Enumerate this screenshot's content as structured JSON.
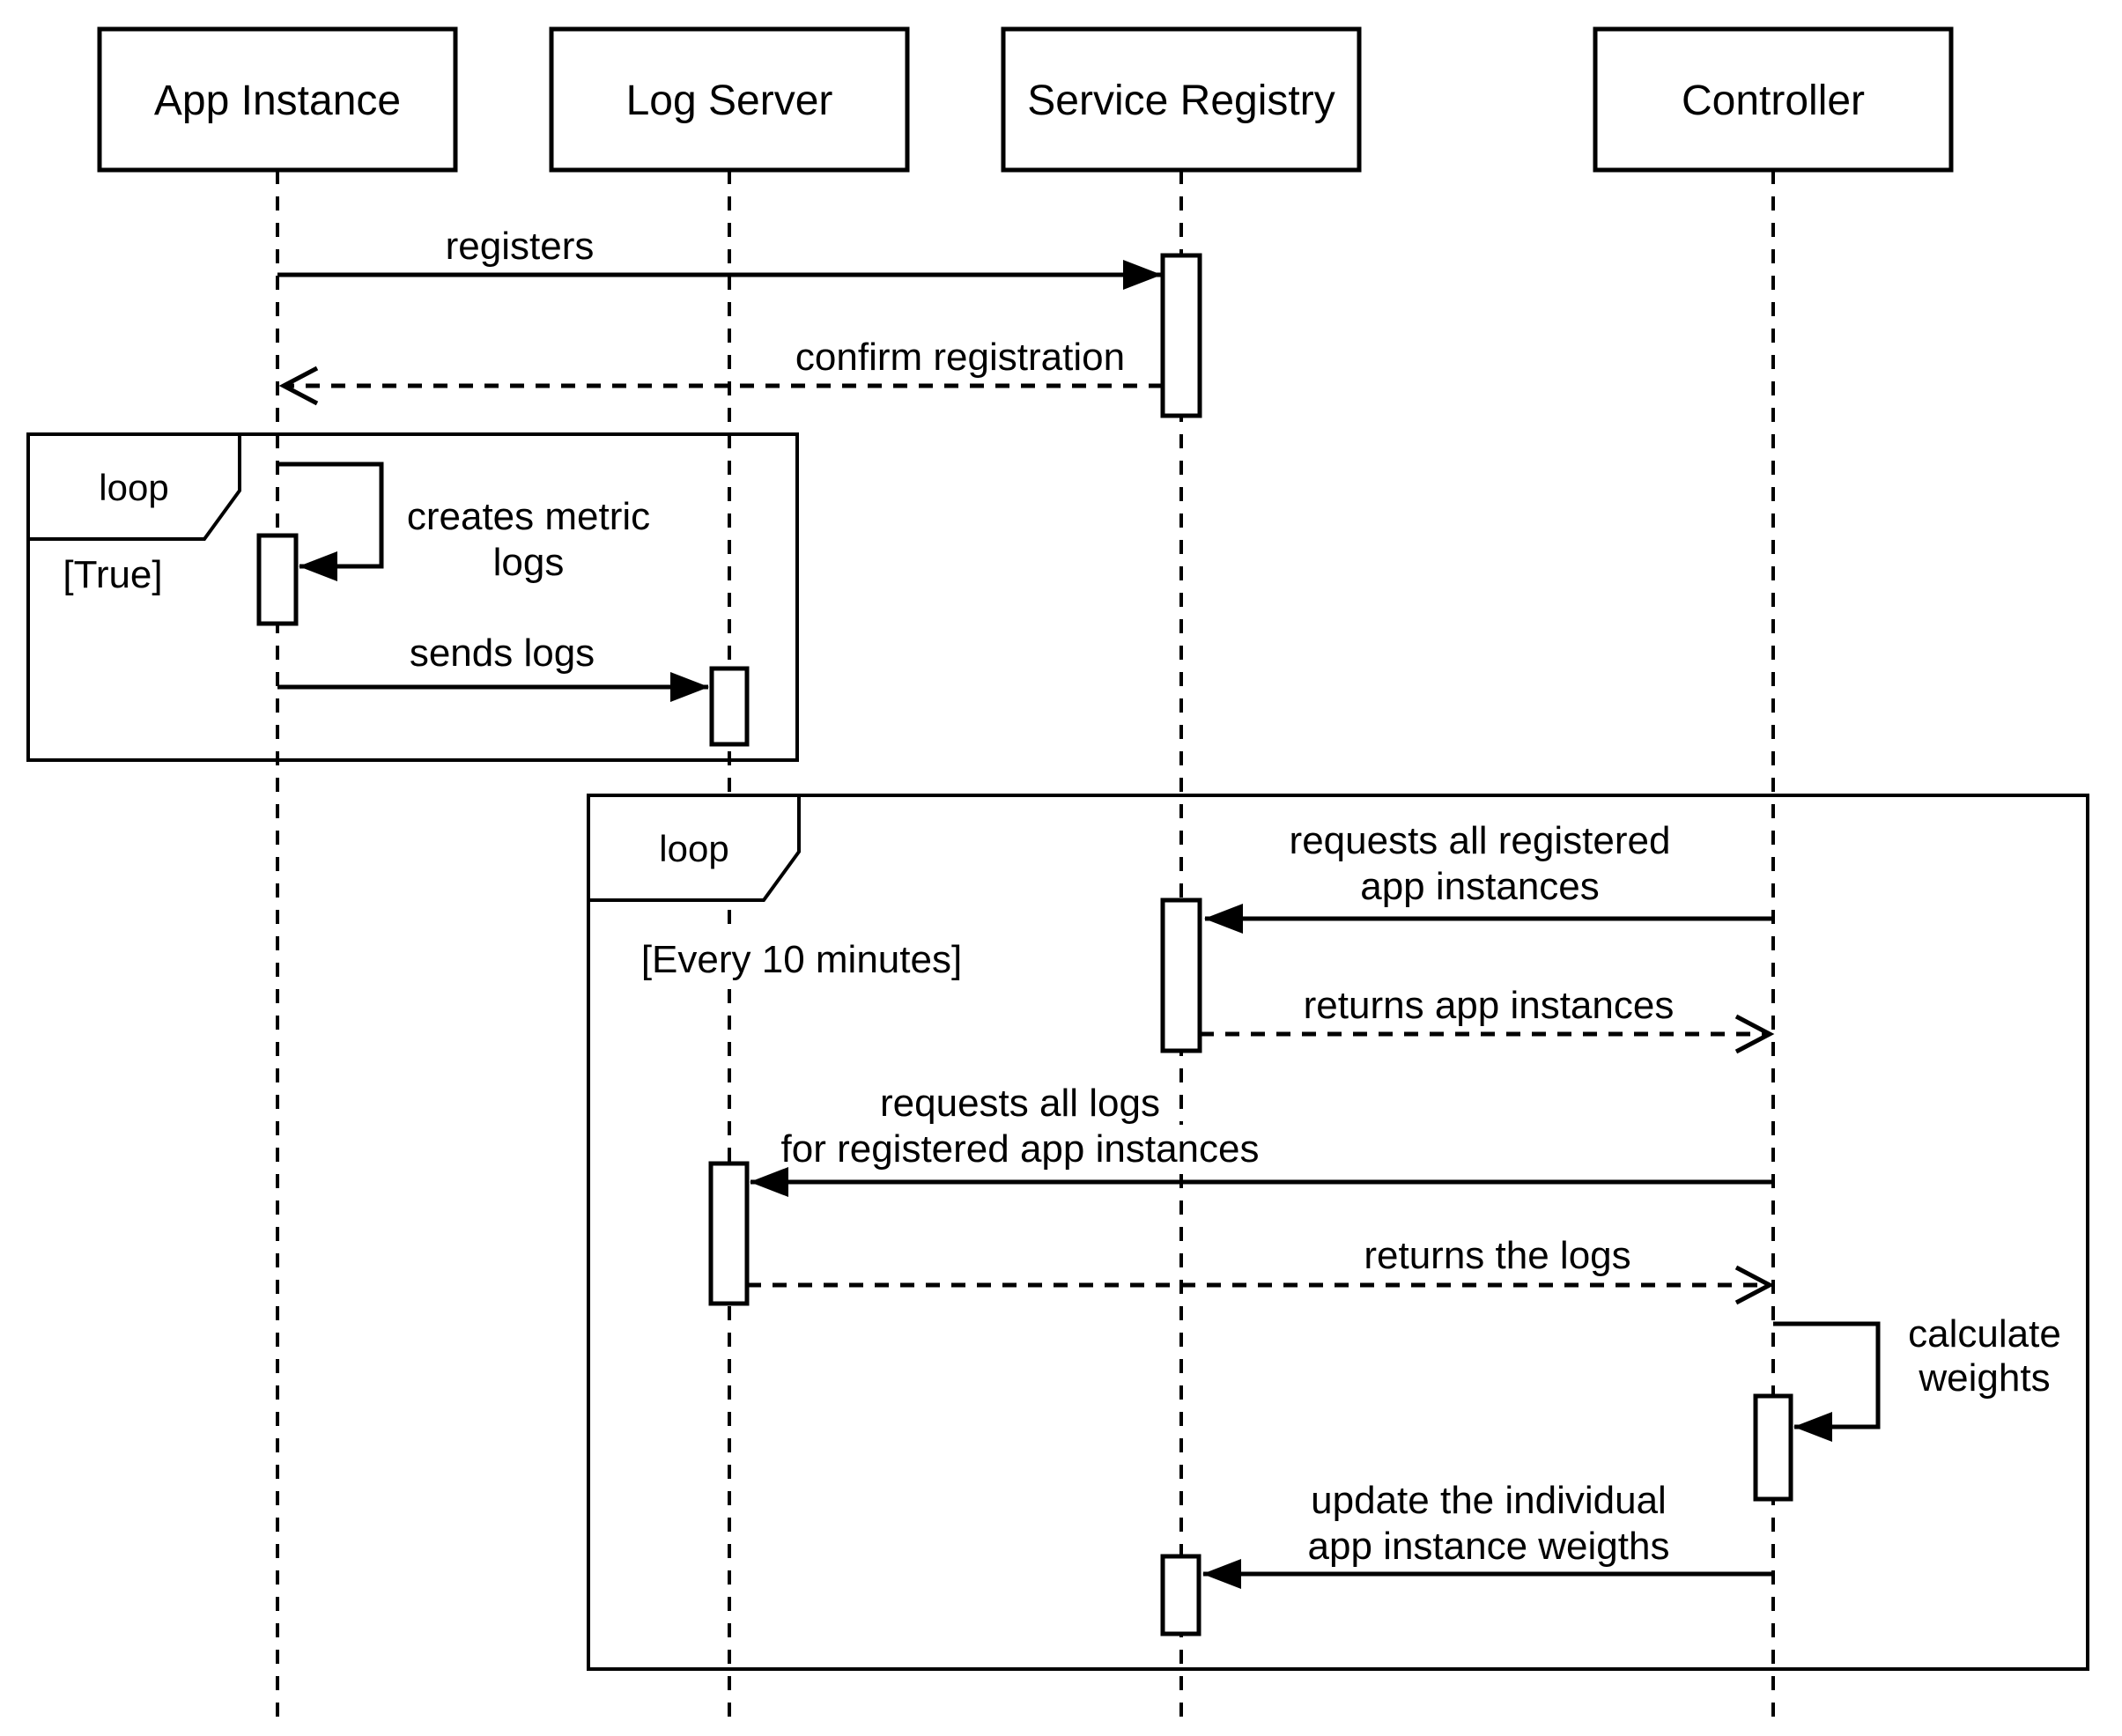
{
  "diagram": {
    "type": "uml-sequence-diagram",
    "colors": {
      "stroke": "#000000",
      "background": "#ffffff",
      "shape_fill": "#ffffff",
      "text": "#000000"
    },
    "participants": [
      {
        "name": "App Instance"
      },
      {
        "name": "Log Server"
      },
      {
        "name": "Service Registry"
      },
      {
        "name": "Controller"
      }
    ],
    "fragments": [
      {
        "operator": "loop",
        "guard": "[True]"
      },
      {
        "operator": "loop",
        "guard": "[Every 10 minutes]"
      }
    ],
    "messages": [
      {
        "from": "App Instance",
        "to": "Service Registry",
        "kind": "sync",
        "lines": [
          "registers"
        ]
      },
      {
        "from": "Service Registry",
        "to": "App Instance",
        "kind": "return",
        "lines": [
          "confirm registration"
        ]
      },
      {
        "from": "App Instance",
        "to": "App Instance",
        "kind": "self",
        "lines": [
          "creates metric",
          "logs"
        ]
      },
      {
        "from": "App Instance",
        "to": "Log Server",
        "kind": "sync",
        "lines": [
          "sends logs"
        ]
      },
      {
        "from": "Controller",
        "to": "Service Registry",
        "kind": "sync",
        "lines": [
          "requests all registered",
          "app instances"
        ]
      },
      {
        "from": "Service Registry",
        "to": "Controller",
        "kind": "return",
        "lines": [
          "returns app instances"
        ]
      },
      {
        "from": "Controller",
        "to": "Log Server",
        "kind": "sync",
        "lines": [
          "requests all logs",
          "for registered app instances"
        ]
      },
      {
        "from": "Log Server",
        "to": "Controller",
        "kind": "return",
        "lines": [
          "returns the logs"
        ]
      },
      {
        "from": "Controller",
        "to": "Controller",
        "kind": "self",
        "lines": [
          "calculate",
          "weights"
        ]
      },
      {
        "from": "Controller",
        "to": "Service Registry",
        "kind": "sync",
        "lines": [
          "update the individual",
          "app instance weigths"
        ]
      }
    ]
  }
}
